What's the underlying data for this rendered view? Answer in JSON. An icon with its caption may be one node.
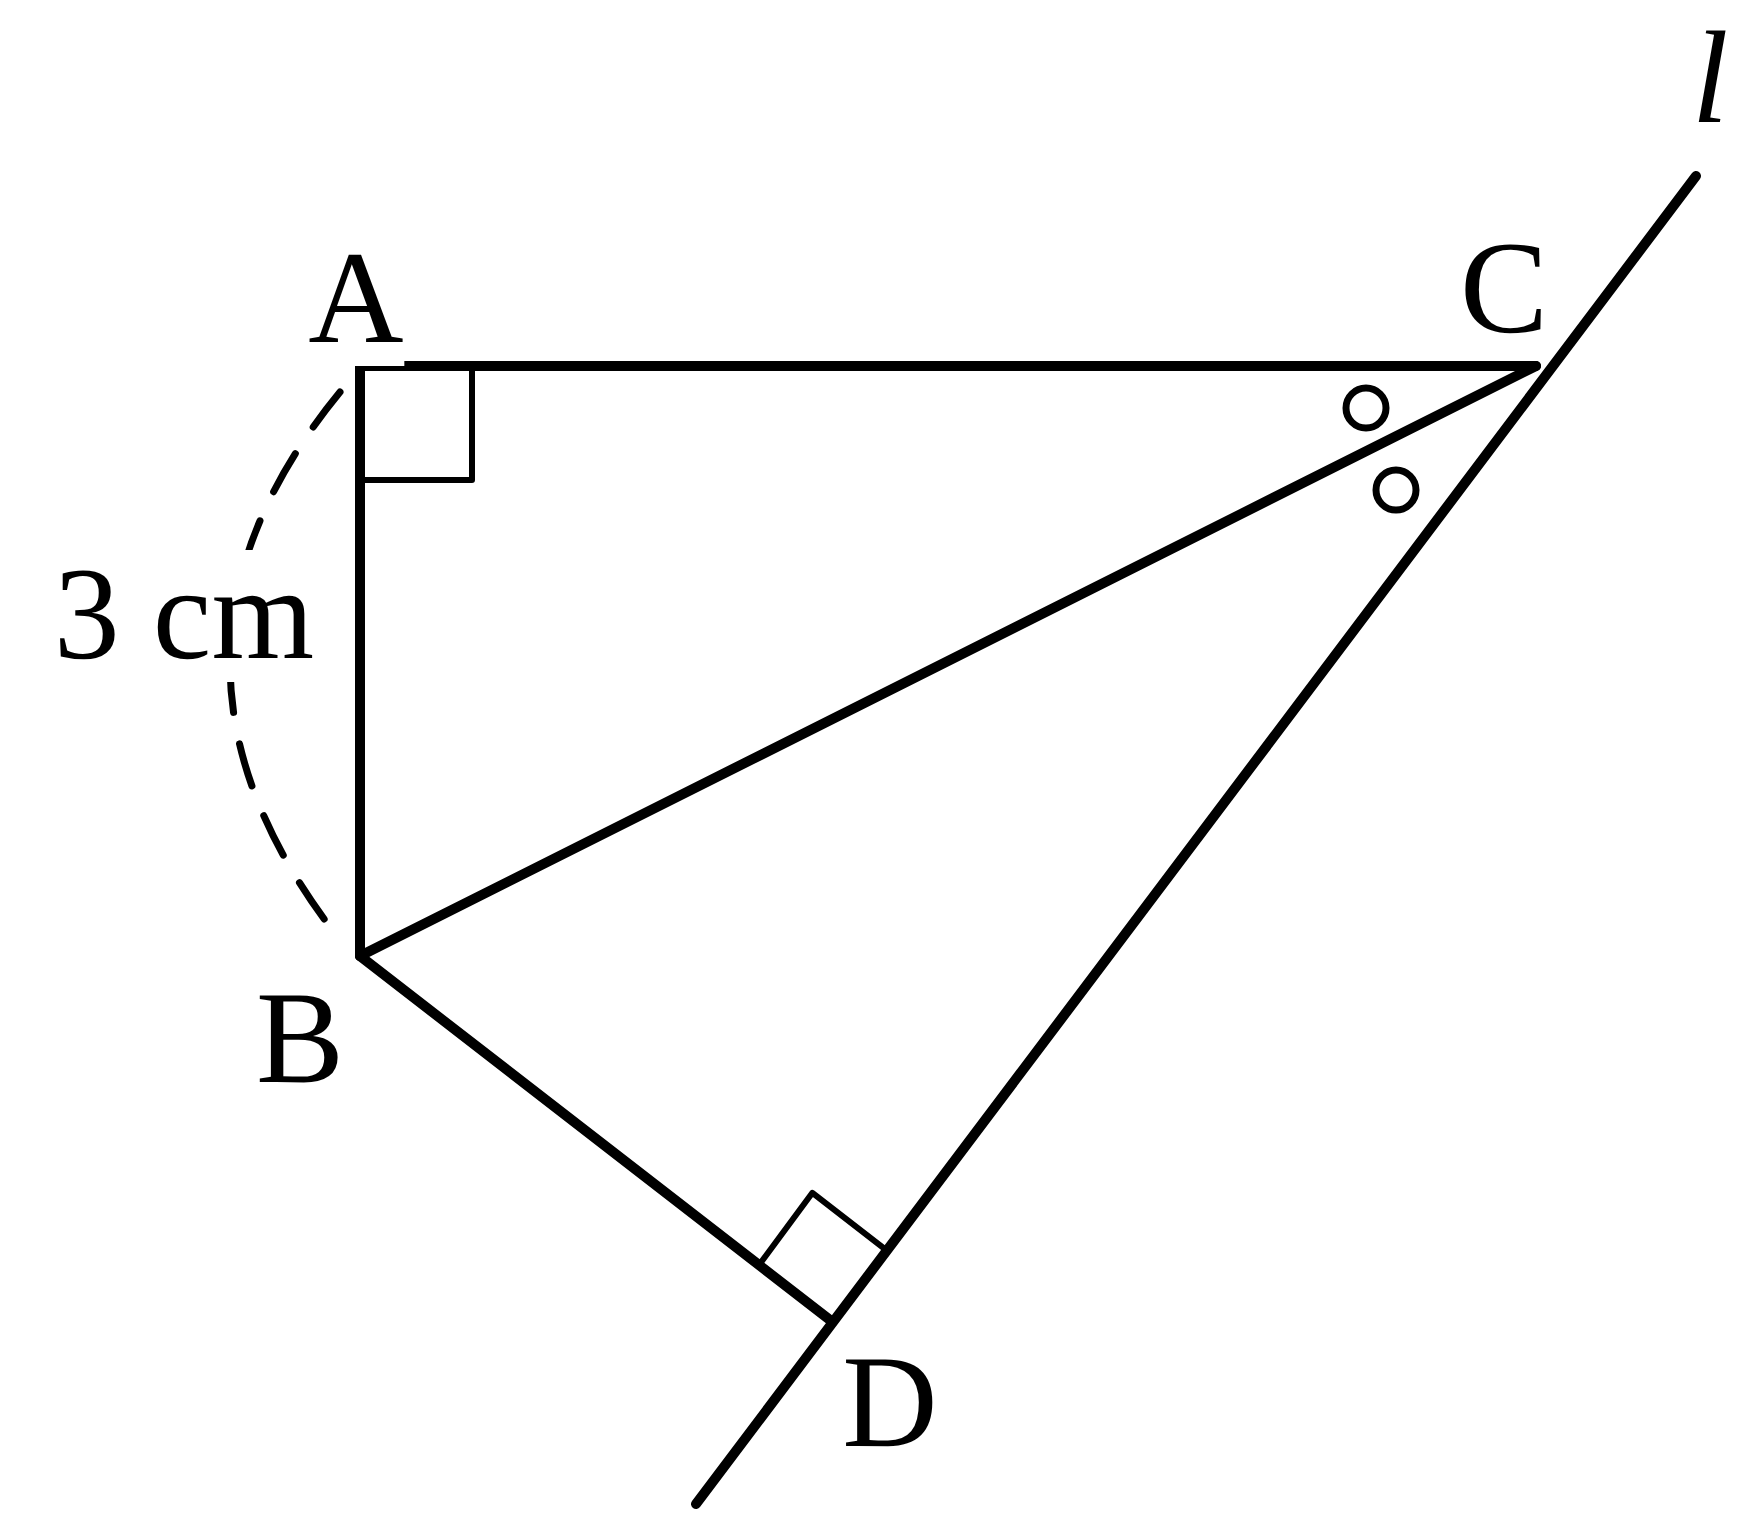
{
  "diagram": {
    "labels": [
      "A",
      "C",
      "l",
      "3 cm",
      "B",
      "D"
    ]
  }
}
